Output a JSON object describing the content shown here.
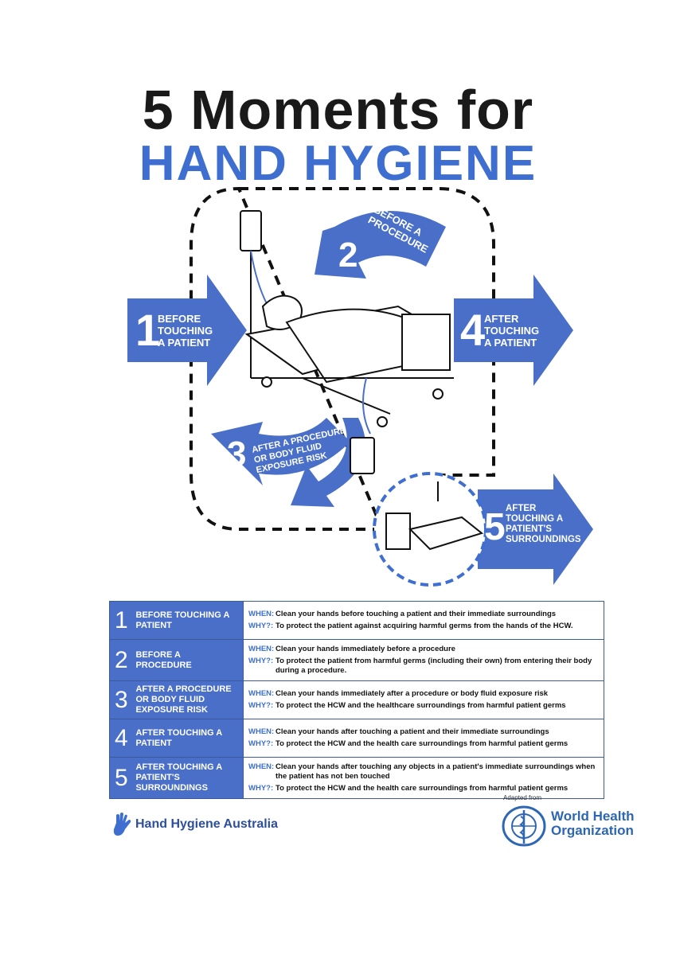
{
  "title": {
    "line1": "5 Moments for",
    "line2": "HAND HYGIENE"
  },
  "colors": {
    "blue": "#4a6fc9",
    "title_blue": "#3e6fd0",
    "dark": "#1a1a1a"
  },
  "illustration": {
    "arrows": [
      {
        "num": "1",
        "label_lines": [
          "BEFORE",
          "TOUCHING",
          "A PATIENT"
        ]
      },
      {
        "num": "2",
        "label_lines": [
          "BEFORE A",
          "PROCEDURE"
        ]
      },
      {
        "num": "3",
        "label_lines": [
          "AFTER A PROCEDURE",
          "OR BODY FLUID",
          "EXPOSURE RISK"
        ]
      },
      {
        "num": "4",
        "label_lines": [
          "AFTER",
          "TOUCHING",
          "A PATIENT"
        ]
      },
      {
        "num": "5",
        "label_lines": [
          "AFTER",
          "TOUCHING A",
          "PATIENT'S",
          "SURROUNDINGS"
        ]
      }
    ]
  },
  "table": {
    "rows": [
      {
        "num": "1",
        "label": "BEFORE TOUCHING A PATIENT",
        "when_tag": "WHEN:",
        "when": "Clean your hands before touching a patient and their immediate surroundings",
        "why_tag": "WHY?:",
        "why": "To protect the patient against acquiring harmful germs from the hands of the HCW."
      },
      {
        "num": "2",
        "label": "BEFORE A PROCEDURE",
        "when_tag": "WHEN:",
        "when": "Clean your hands immediately before a procedure",
        "why_tag": "WHY?:",
        "why": "To protect the patient from harmful germs (including their own) from entering their body during a procedure."
      },
      {
        "num": "3",
        "label": "AFTER A PROCEDURE OR BODY FLUID EXPOSURE RISK",
        "when_tag": "WHEN:",
        "when": "Clean your hands immediately after a procedure or body fluid exposure risk",
        "why_tag": "WHY?:",
        "why": "To protect the HCW and the healthcare surroundings from harmful patient germs"
      },
      {
        "num": "4",
        "label": "AFTER TOUCHING A PATIENT",
        "when_tag": "WHEN:",
        "when": "Clean your hands after touching a patient and their immediate surroundings",
        "why_tag": "WHY?:",
        "why": "To protect the HCW and the health care surroundings from harmful patient germs"
      },
      {
        "num": "5",
        "label": "AFTER TOUCHING A PATIENT'S SURROUNDINGS",
        "when_tag": "WHEN:",
        "when": "Clean your hands after touching any objects in a patient's immediate surroundings when the patient has not ben touched",
        "why_tag": "WHY?:",
        "why": "To protect the HCW and the health care surroundings from harmful patient germs"
      }
    ]
  },
  "footer": {
    "hha": "Hand Hygiene Australia",
    "adapted": "Adapted from",
    "who_line1": "World Health",
    "who_line2": "Organization"
  }
}
